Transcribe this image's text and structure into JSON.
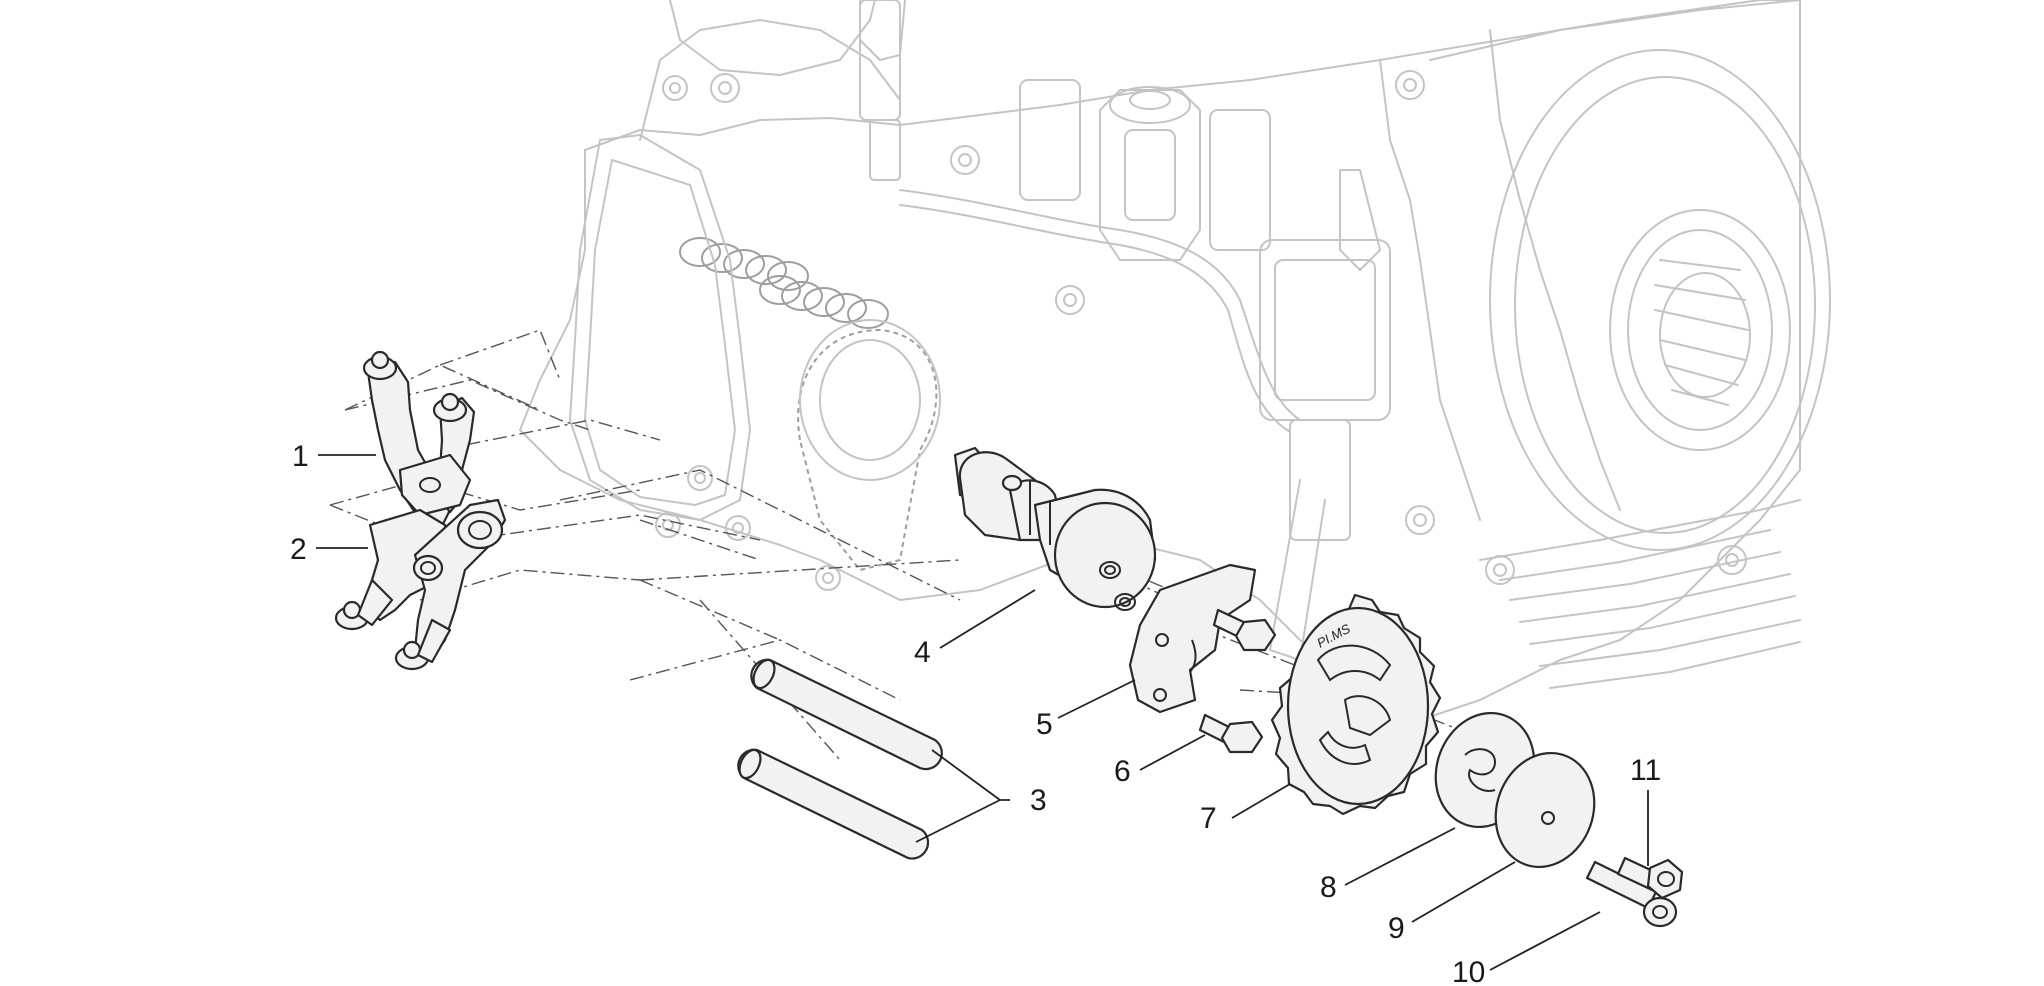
{
  "callouts": [
    {
      "id": "1",
      "label": "1"
    },
    {
      "id": "2",
      "label": "2"
    },
    {
      "id": "3",
      "label": "3"
    },
    {
      "id": "4",
      "label": "4"
    },
    {
      "id": "5",
      "label": "5"
    },
    {
      "id": "6",
      "label": "6"
    },
    {
      "id": "7",
      "label": "7"
    },
    {
      "id": "8",
      "label": "8"
    },
    {
      "id": "9",
      "label": "9"
    },
    {
      "id": "10",
      "label": "10"
    },
    {
      "id": "11",
      "label": "11"
    }
  ],
  "sprocket_marking": "PI.MS"
}
